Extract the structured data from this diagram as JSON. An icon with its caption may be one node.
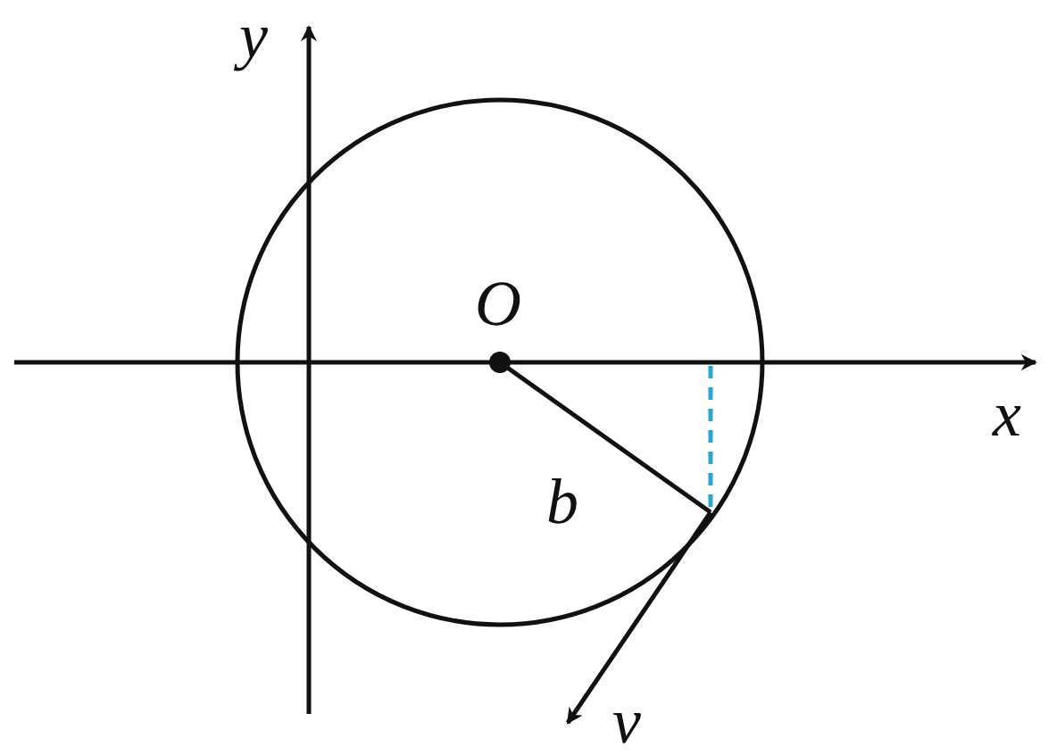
{
  "diagram": {
    "labels": [
      "y",
      "O",
      "x",
      "b",
      "v"
    ]
  }
}
